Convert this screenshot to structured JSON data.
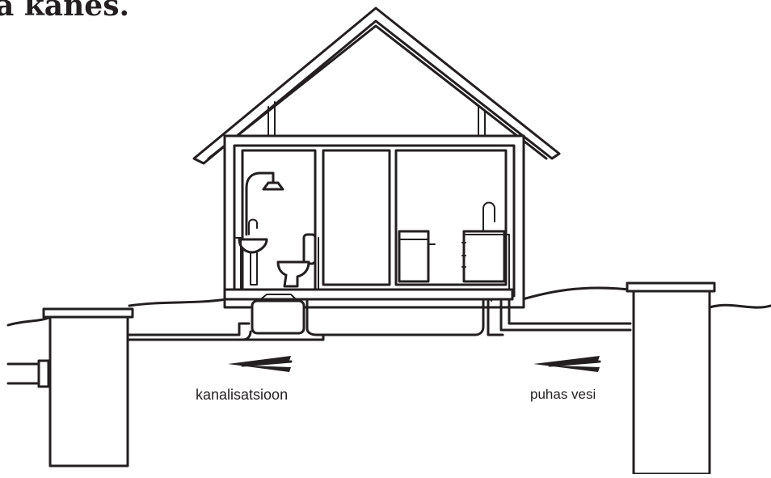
{
  "title": "a kanes.",
  "labels": {
    "sewer": "kanalisatsioon",
    "clean_water": "puhas vesi"
  },
  "arrows": {
    "direction": "left",
    "color": "#231f20"
  },
  "colors": {
    "ink": "#231f20",
    "background": "#ffffff"
  }
}
